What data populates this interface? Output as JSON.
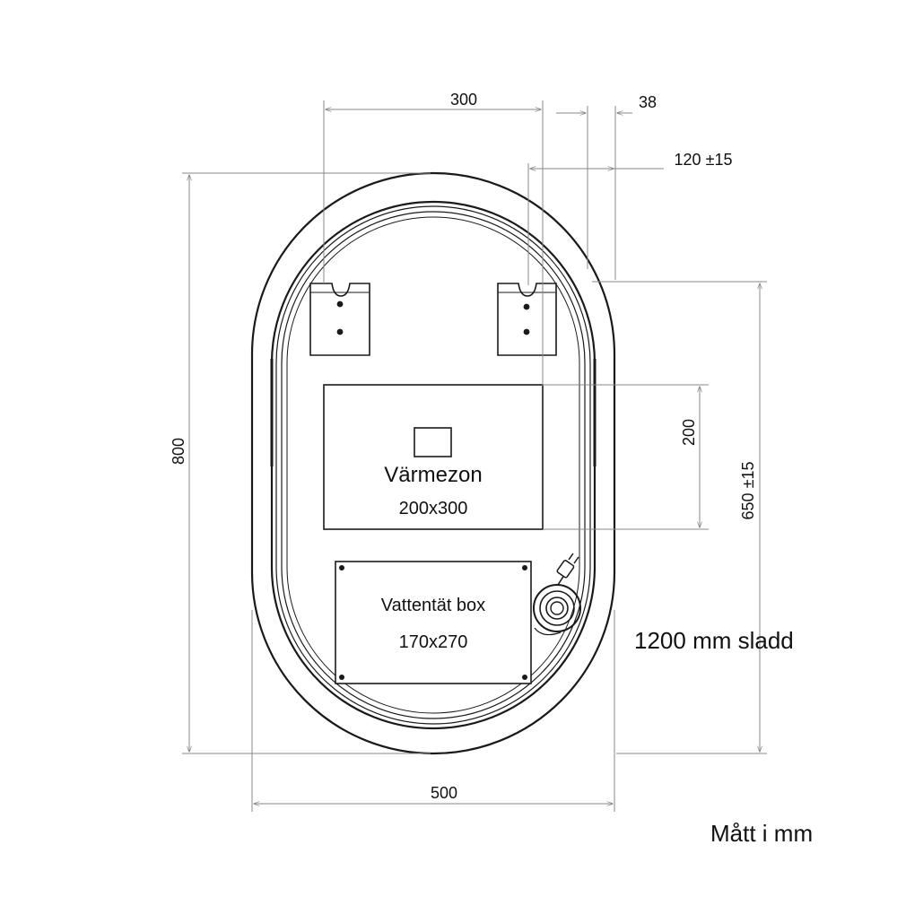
{
  "dimensions": {
    "top_span": "300",
    "frame_depth": "38",
    "wall_offset": "120 ±15",
    "total_height": "800",
    "heat_zone_height": "200",
    "hanging_height": "650 ±15",
    "total_width": "500"
  },
  "heat_zone": {
    "title": "Värmezon",
    "size": "200x300"
  },
  "waterproof_box": {
    "title": "Vattentät box",
    "size": "170x270"
  },
  "cable_note": "1200 mm sladd",
  "units_note": "Mått i mm",
  "colors": {
    "line": "#1a1a1a",
    "dim_line": "#888888",
    "background": "#ffffff"
  },
  "icons": {
    "cable": "cable-coil-icon",
    "plug": "plug-icon",
    "heat": "heat-element-icon"
  }
}
